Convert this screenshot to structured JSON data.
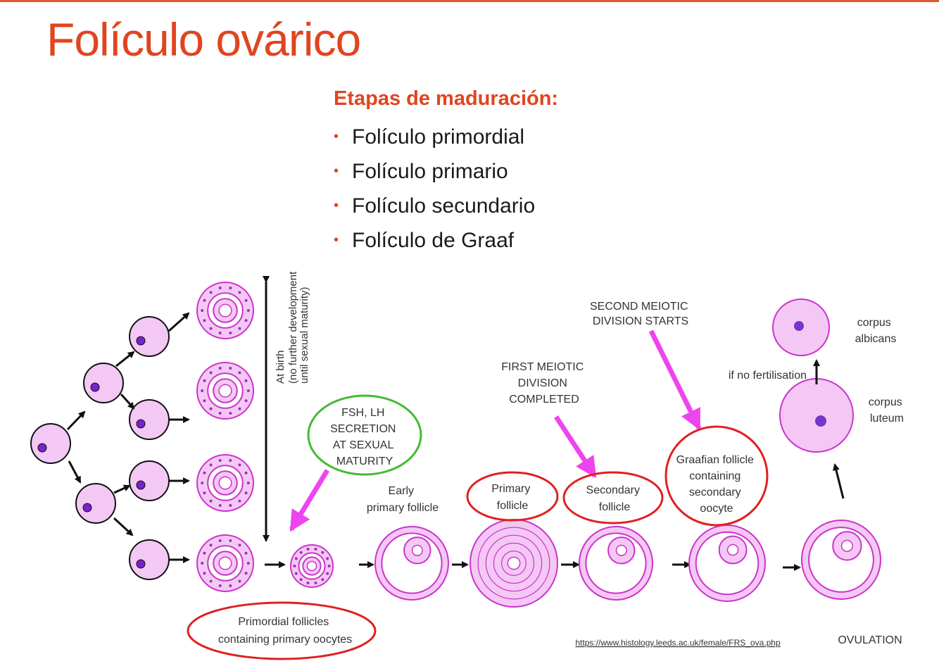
{
  "title": "Folículo ovárico",
  "stages": {
    "heading": "Etapas de maduración:",
    "items": [
      "Folículo primordial",
      "Folículo primario",
      "Folículo secundario",
      "Folículo de Graaf"
    ]
  },
  "diagram": {
    "at_birth": [
      "At birth",
      "(no further development",
      "until sexual maturity)"
    ],
    "fsh": [
      "FSH, LH",
      "SECRETION",
      "AT SEXUAL",
      "MATURITY"
    ],
    "early_primary": [
      "Early",
      "primary follicle"
    ],
    "primary": [
      "Primary",
      "follicle"
    ],
    "first_meiotic": [
      "FIRST MEIOTIC",
      "DIVISION",
      "COMPLETED"
    ],
    "secondary": [
      "Secondary",
      "follicle"
    ],
    "second_meiotic": [
      "SECOND MEIOTIC",
      "DIVISION STARTS"
    ],
    "graafian": [
      "Graafian follicle",
      "containing",
      "secondary",
      "oocyte"
    ],
    "if_no_fert": "if no fertilisation",
    "corpus_albicans": [
      "corpus",
      "albicans"
    ],
    "corpus_luteum": [
      "corpus",
      "luteum"
    ],
    "primordial": [
      "Primordial follicles",
      "containing primary oocytes"
    ],
    "ovulation": "OVULATION",
    "source_link": "https://www.histology.leeds.ac.uk/female/FRS_ova.php"
  },
  "colors": {
    "accent": "#e0451f",
    "magenta_arrow": "#ee44ee",
    "red_ring": "#e02020",
    "green_ring": "#44bb33",
    "cell_fill": "#f4c8f4",
    "cell_stroke": "#cc33cc",
    "link": "#0000ee"
  }
}
